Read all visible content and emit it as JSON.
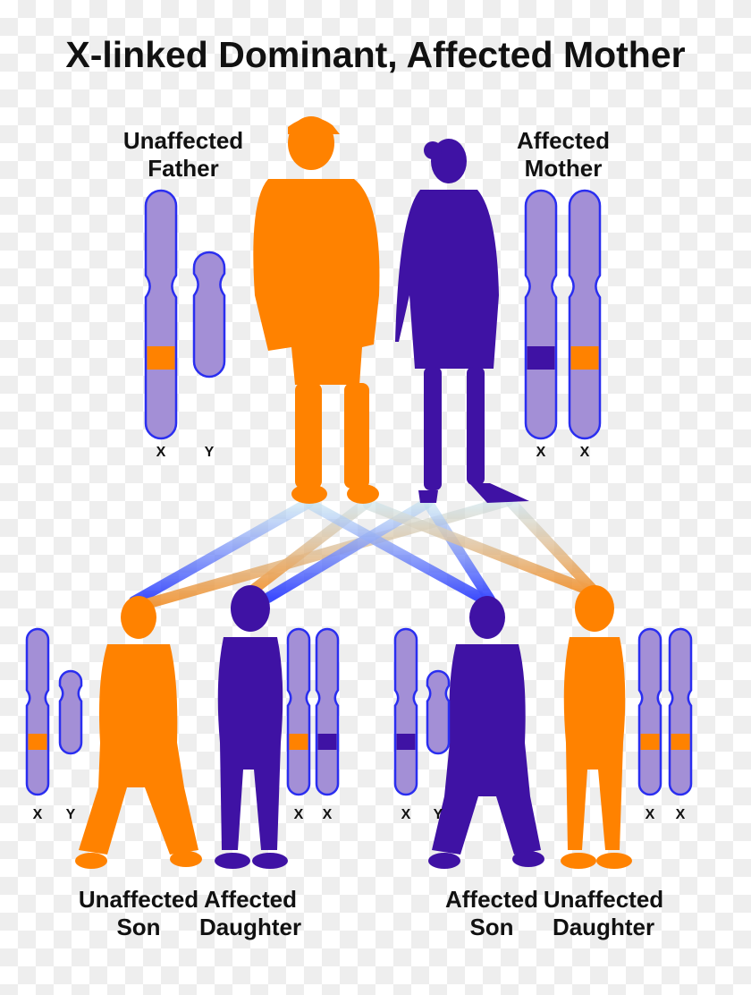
{
  "title": "X-linked Dominant, Affected Mother",
  "colors": {
    "affected": "#3f12a4",
    "unaffected": "#ff8200",
    "chromosome": "#a38fd6",
    "chromosome_outline": "#2a2ef0"
  },
  "parents": {
    "father": {
      "label_line1": "Unaffected",
      "label_line2": "Father",
      "chromosomes": [
        "X",
        "Y"
      ],
      "status": "unaffected"
    },
    "mother": {
      "label_line1": "Affected",
      "label_line2": "Mother",
      "chromosomes": [
        "X",
        "X"
      ],
      "status": "affected"
    }
  },
  "children": [
    {
      "label_line1": "Unaffected",
      "label_line2": "Son",
      "chromosomes": [
        "X",
        "Y"
      ],
      "status": "unaffected"
    },
    {
      "label_line1": "Affected",
      "label_line2": "Daughter",
      "chromosomes": [
        "X",
        "X"
      ],
      "status": "affected"
    },
    {
      "label_line1": "Affected",
      "label_line2": "Son",
      "chromosomes": [
        "X",
        "Y"
      ],
      "status": "affected"
    },
    {
      "label_line1": "Unaffected",
      "label_line2": "Daughter",
      "chromosomes": [
        "X",
        "X"
      ],
      "status": "unaffected"
    }
  ]
}
